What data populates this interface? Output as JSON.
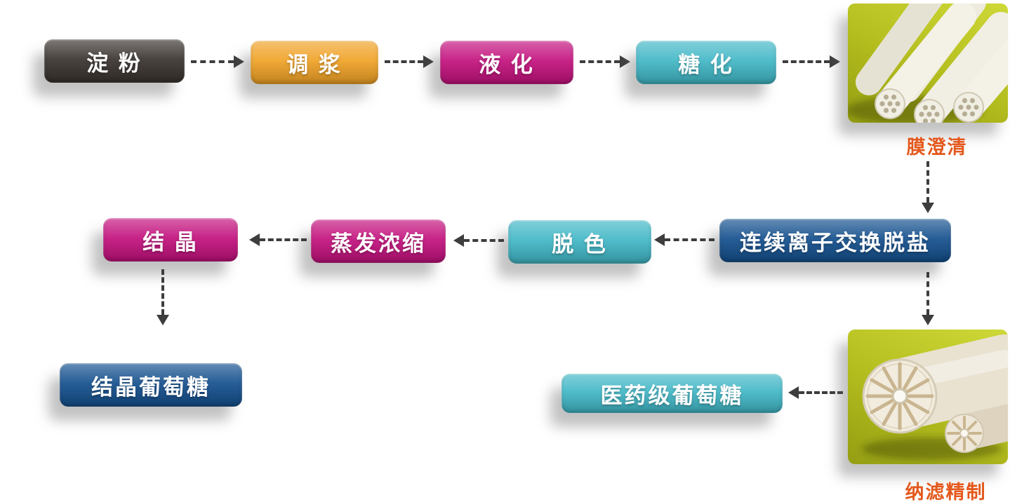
{
  "nodes": {
    "starch": {
      "label": "淀 粉",
      "color": "#3a332f"
    },
    "slurry": {
      "label": "调 浆",
      "color": "#f0a226"
    },
    "liquefaction": {
      "label": "液 化",
      "color": "#c3117d"
    },
    "saccharification": {
      "label": "糖 化",
      "color": "#41b7c6"
    },
    "ion_exchange": {
      "label": "连续离子交换脱盐",
      "color": "#14508e"
    },
    "decolor": {
      "label": "脱 色",
      "color": "#41b7c6"
    },
    "evaporation": {
      "label": "蒸发浓缩",
      "color": "#c3117d"
    },
    "crystallization": {
      "label": "结 晶",
      "color": "#c3117d"
    },
    "crystal_glucose": {
      "label": "结晶葡萄糖",
      "color": "#14508e"
    },
    "pharma_glucose": {
      "label": "医药级葡萄糖",
      "color": "#41b7c6"
    }
  },
  "captions": {
    "membrane_clarification": "膜澄清",
    "nanofiltration": "纳滤精制"
  },
  "images": {
    "ceramic": "ceramic-membrane-tubes",
    "spiral": "nanofiltration-membrane-elements"
  },
  "colors": {
    "arrow": "#3d3d3d",
    "caption_text": "#e4581c",
    "image_bg": "#b4be1e",
    "node_text": "#ffffff",
    "background": "#ffffff"
  }
}
